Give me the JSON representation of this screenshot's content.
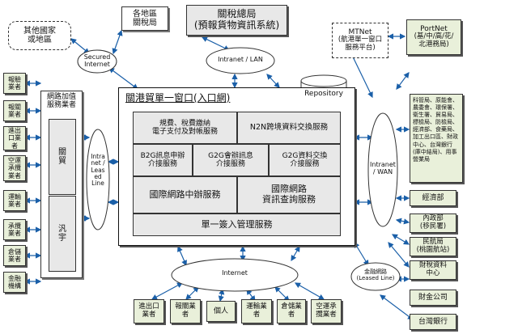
{
  "other_countries": "其他國家\n或地區",
  "customs_offices": "各地區\n關稅局",
  "customs_bureau": {
    "title": "關稅總局",
    "subtitle": "(預報貨物資訊系統)"
  },
  "mtnet": {
    "title": "MTNet",
    "subtitle": "(航港單一窗口\n服務平台)"
  },
  "portnet": {
    "title": "PortNet",
    "subtitle": "(基/中/高/花/\n北港務局)"
  },
  "secured_internet": "Secured\nInternet",
  "intranet_lan": "Intranet / LAN",
  "intranet_leased": "Intra\nnet /\nLeas\ned\nLine",
  "intranet_wan": "Intranet\n/ WAN",
  "internet": "Internet",
  "leased_line_right": "金融網路\n(Leased Line)",
  "vas_provider": "網路加值\n服務業者",
  "vas_guan": "關\n貿",
  "vas_han": "汎\n宇",
  "main": {
    "title": "關港貿單一窗口(入口網)",
    "repository": "Repository",
    "cells": {
      "fee": "規費、稅費繳納\n電子支付及對帳服務",
      "n2n": "N2N跨境資料交換服務",
      "b2g": "B2G訊息申辦\n介接服務",
      "g2g_joint": "G2G會辦訊息\n介接服務",
      "g2g_data": "G2G資料交換\n介接服務",
      "relay": "國際網路中辦服務",
      "query": "國際網路\n資訊查詢服務",
      "sso": "單一簽入管理服務"
    }
  },
  "left_boxes": [
    "報驗\n業者",
    "報關\n業者",
    "進出\n口業\n者",
    "空運\n承攬\n業者",
    "運輸\n業者",
    "承攬\n業者",
    "倉儲\n業者",
    "金融\n機構"
  ],
  "bottom_boxes": [
    "進出口\n業者",
    "報關業\n者",
    "個人",
    "運輸業\n者",
    "倉儲業\n者",
    "空運承\n攬業者"
  ],
  "right_agencies": "科管局、原能會、農委會、環保署、衛生署、貿易局、標檢局、防檢局、經濟部、食藥局、加工出口區、財政中心、台灣銀行(庫中結局)、用事營業局",
  "right_boxes": {
    "moea": "經濟部",
    "moi": "內政部\n(移民署)",
    "caa": "民航局\n(桃園航站)",
    "fdc": "財稅資料\n中心",
    "finance": "財金公司",
    "bot": "台灣銀行"
  }
}
